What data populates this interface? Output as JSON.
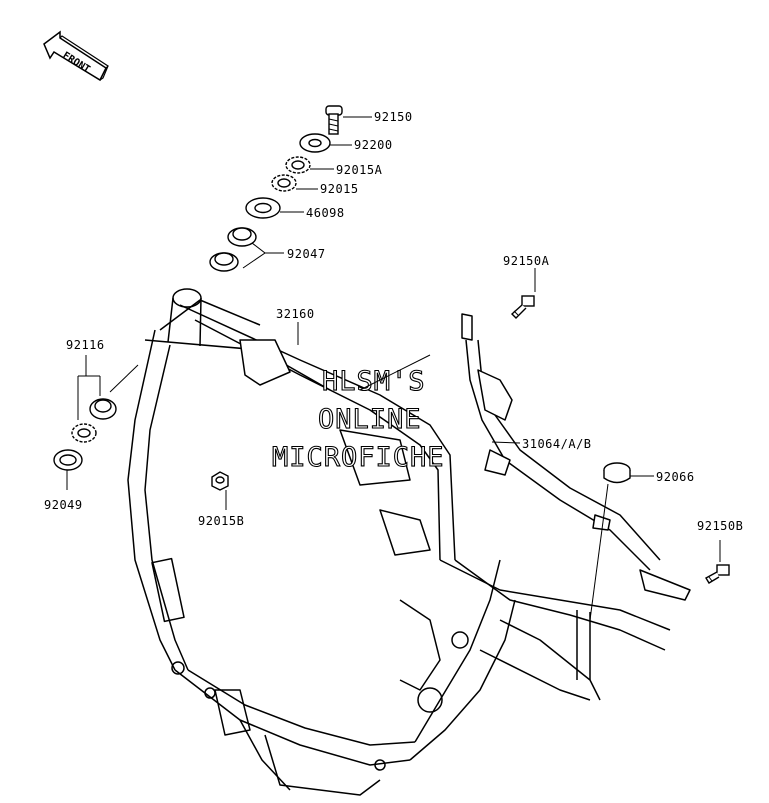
{
  "front_label": "FRONT",
  "watermark": {
    "line1": "HLSM'S",
    "line2": "ONLINE",
    "line3": "MICROFICHE"
  },
  "parts": [
    {
      "id": "p92150",
      "number": "92150"
    },
    {
      "id": "p92200",
      "number": "92200"
    },
    {
      "id": "p92015A",
      "number": "92015A"
    },
    {
      "id": "p92015",
      "number": "92015"
    },
    {
      "id": "p46098",
      "number": "46098"
    },
    {
      "id": "p92047",
      "number": "92047"
    },
    {
      "id": "p92150A",
      "number": "92150A"
    },
    {
      "id": "p32160",
      "number": "32160"
    },
    {
      "id": "p92116",
      "number": "92116"
    },
    {
      "id": "p31064",
      "number": "31064/A/B"
    },
    {
      "id": "p92066",
      "number": "92066"
    },
    {
      "id": "p92049",
      "number": "92049"
    },
    {
      "id": "p92015B",
      "number": "92015B"
    },
    {
      "id": "p92150B",
      "number": "92150B"
    }
  ]
}
